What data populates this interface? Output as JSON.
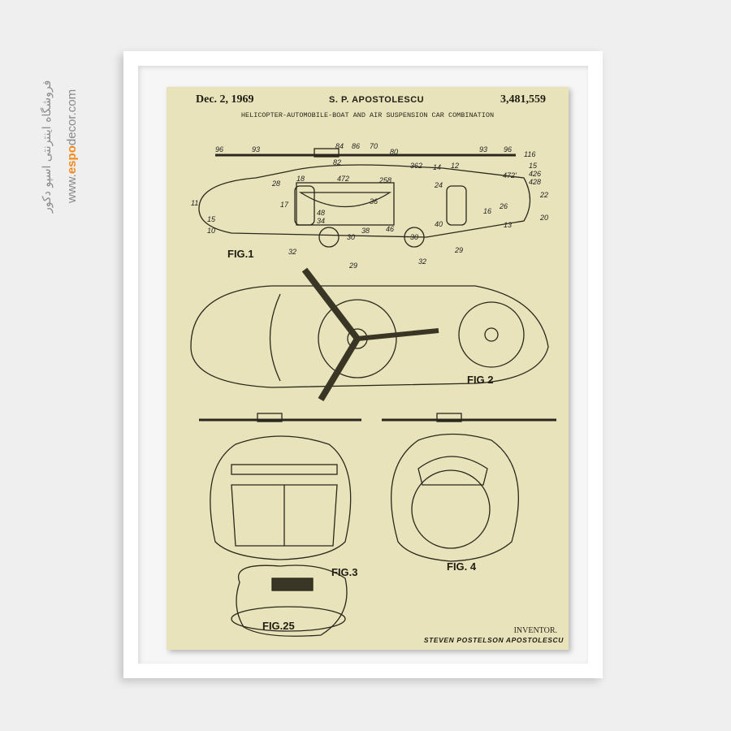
{
  "watermark": {
    "persian_text": "فروشگاه اینترنتی اسپو دکور",
    "url_prefix": "www.",
    "url_accent": "espo",
    "url_suffix": "decor.com",
    "accent_color": "#f08a1c"
  },
  "patent": {
    "date": "Dec. 2, 1969",
    "inventor_header": "S. P. APOSTOLESCU",
    "number": "3,481,559",
    "title": "HELICOPTER-AUTOMOBILE-BOAT AND AIR SUSPENSION CAR COMBINATION",
    "figures": {
      "fig1": "FIG.1",
      "fig2": "FIG 2",
      "fig3": "FIG.3",
      "fig4": "FIG. 4",
      "fig25": "FIG.25"
    },
    "inventor_label": "INVENTOR.",
    "inventor_name": "STEVEN POSTELSON APOSTOLESCU",
    "reference_numerals": [
      "96",
      "93",
      "84",
      "86",
      "70",
      "80",
      "93",
      "96",
      "116",
      "82",
      "472",
      "258",
      "362",
      "14",
      "12",
      "472'",
      "15",
      "426",
      "428",
      "22",
      "28",
      "18",
      "24",
      "11",
      "17",
      "36",
      "26",
      "20",
      "15",
      "48",
      "34",
      "38",
      "46",
      "40",
      "16",
      "10",
      "30",
      "30",
      "13",
      "32",
      "29",
      "32",
      "29"
    ]
  },
  "paper_color": "#e9e3bb"
}
